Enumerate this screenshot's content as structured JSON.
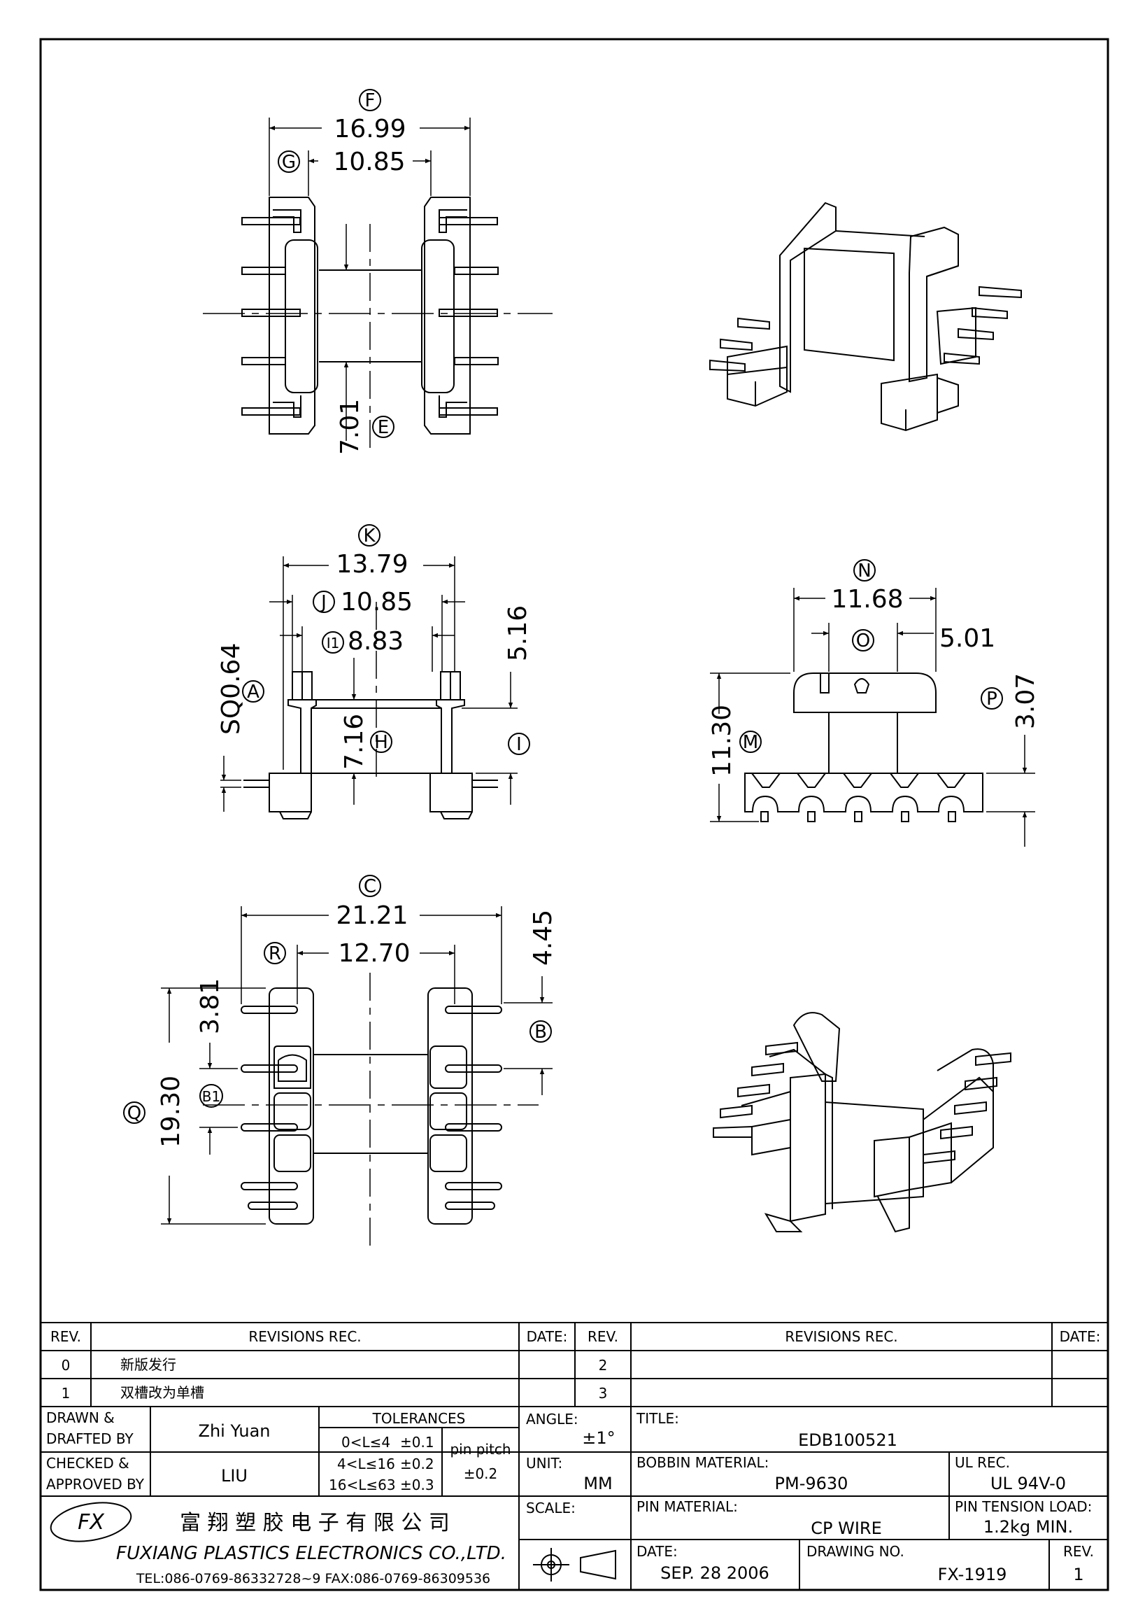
{
  "views": {
    "top": {
      "dims": {
        "F": {
          "label": "F",
          "value": "16.99"
        },
        "G": {
          "label": "G",
          "value": "10.85"
        },
        "E": {
          "label": "E",
          "value": "7.01"
        }
      }
    },
    "front": {
      "dims": {
        "K": {
          "label": "K",
          "value": "13.79"
        },
        "J": {
          "label": "J",
          "value": "10.85"
        },
        "I1": {
          "label": "I1",
          "value": "8.83"
        },
        "A": {
          "label": "A",
          "value": "SQ0.64"
        },
        "H": {
          "label": "H",
          "value": "7.16"
        },
        "I": {
          "label": "I",
          "value": "5.16"
        }
      }
    },
    "side": {
      "dims": {
        "N": {
          "label": "N",
          "value": "11.68"
        },
        "O": {
          "label": "O",
          "value": "5.01"
        },
        "M": {
          "label": "M",
          "value": "11.30"
        },
        "P": {
          "label": "P",
          "value": "3.07"
        }
      }
    },
    "bottom": {
      "dims": {
        "C": {
          "label": "C",
          "value": "21.21"
        },
        "R": {
          "label": "R",
          "value": "12.70"
        },
        "B": {
          "label": "B",
          "value": "4.45"
        },
        "Q": {
          "label": "Q",
          "value": "19.30"
        },
        "B1": {
          "label": "B1",
          "value": "3.81"
        }
      }
    }
  },
  "title_block": {
    "revisions": {
      "headers": {
        "rev": "REV.",
        "rec": "REVISIONS   REC.",
        "date": "DATE:"
      },
      "rows_left": [
        {
          "rev": "0",
          "rec": "新版发行",
          "date": ""
        },
        {
          "rev": "1",
          "rec": "双槽改为单槽",
          "date": ""
        }
      ],
      "rows_right": [
        {
          "rev": "2",
          "rec": "",
          "date": ""
        },
        {
          "rev": "3",
          "rec": "",
          "date": ""
        }
      ]
    },
    "drawn_label_1": "DRAWN  &",
    "drawn_label_2": "DRAFTED BY",
    "drawn_value": "Zhi Yuan",
    "checked_label_1": "CHECKED  &",
    "checked_label_2": "APPROVED BY",
    "checked_value": "LIU",
    "tolerances": {
      "label": "TOLERANCES",
      "rows": [
        {
          "range": "0<L≤4",
          "tol": "±0.1"
        },
        {
          "range": "4<L≤16",
          "tol": "±0.2"
        },
        {
          "range": "16<L≤63",
          "tol": "±0.3"
        }
      ],
      "pin_pitch_label": "pin pitch",
      "pin_pitch_tol": "±0.2"
    },
    "angle_label": "ANGLE:",
    "angle_value": "±1°",
    "unit_label": "UNIT:",
    "unit_value": "MM",
    "scale_label": "SCALE:",
    "title_label": "TITLE:",
    "title_value": "EDB100521",
    "bobbin_label": "BOBBIN MATERIAL:",
    "bobbin_value": "PM-9630",
    "ul_label": "UL REC.",
    "ul_value": "UL 94V-0",
    "pin_material_label": "PIN MATERIAL:",
    "pin_material_value": "CP WIRE",
    "pin_tension_label": "PIN TENSION LOAD:",
    "pin_tension_value": "1.2kg MIN.",
    "date_label": "DATE:",
    "date_value": "SEP. 28 2006",
    "drawing_no_label": "DRAWING NO.",
    "drawing_no_value": "FX-1919",
    "rev_label": "REV.",
    "rev_value": "1",
    "company": {
      "logo_text": "FX",
      "name_cn": "富 翔 塑 胶 电 子 有 限 公 司",
      "name_en": "FUXIANG PLASTICS ELECTRONICS CO.,LTD.",
      "contact": "TEL:086-0769-86332728~9  FAX:086-0769-86309536"
    }
  }
}
